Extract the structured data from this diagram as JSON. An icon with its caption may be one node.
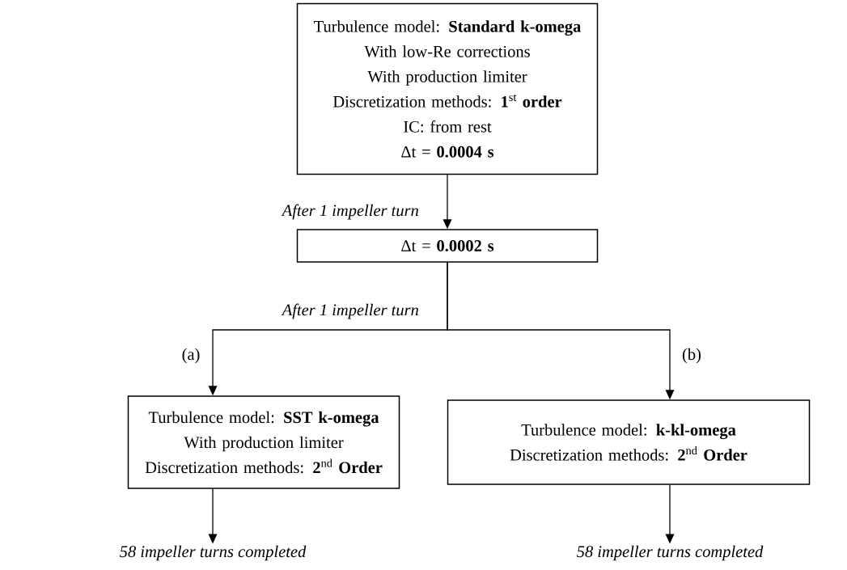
{
  "diagram": {
    "nodes": [
      {
        "text": [
          "Turbulence model: **Standard k-omega**",
          "With low-Re corrections",
          "With production limiter",
          "Discretization methods: **1**$^{st}$ **order**",
          "IC: from rest",
          "Δt = **0.0004 s**"
        ]
      },
      {
        "text": [
          "Δt = **0.0002 s**"
        ]
      },
      {
        "text": [
          "Turbulence model: **SST k-omega**",
          "With production limiter",
          "Discretization methods: **2**$^{nd}$ **Order**"
        ]
      },
      {
        "text": [
          "Turbulence model: **k-kl-omega**",
          "Discretization methods: **2**$^{nd}$ **Order**"
        ]
      },
      {
        "text": [
          "58 impeller turns completed"
        ]
      },
      {
        "text": [
          "58 impeller turns completed"
        ]
      }
    ],
    "edges": [
      {
        "from": 0,
        "to": 1,
        "arrow": "to",
        "label": "After 1 impeller turn"
      },
      {
        "from": 1,
        "to": 2,
        "arrow": "to",
        "label": "(a)"
      },
      {
        "from": 1,
        "to": 3,
        "arrow": "to",
        "label": "(b)"
      },
      {
        "from": 2,
        "to": 4,
        "arrow": "to"
      },
      {
        "from": 3,
        "to": 5,
        "arrow": "to"
      }
    ],
    "labels": [
      "After 1 impeller turn"
    ]
  }
}
